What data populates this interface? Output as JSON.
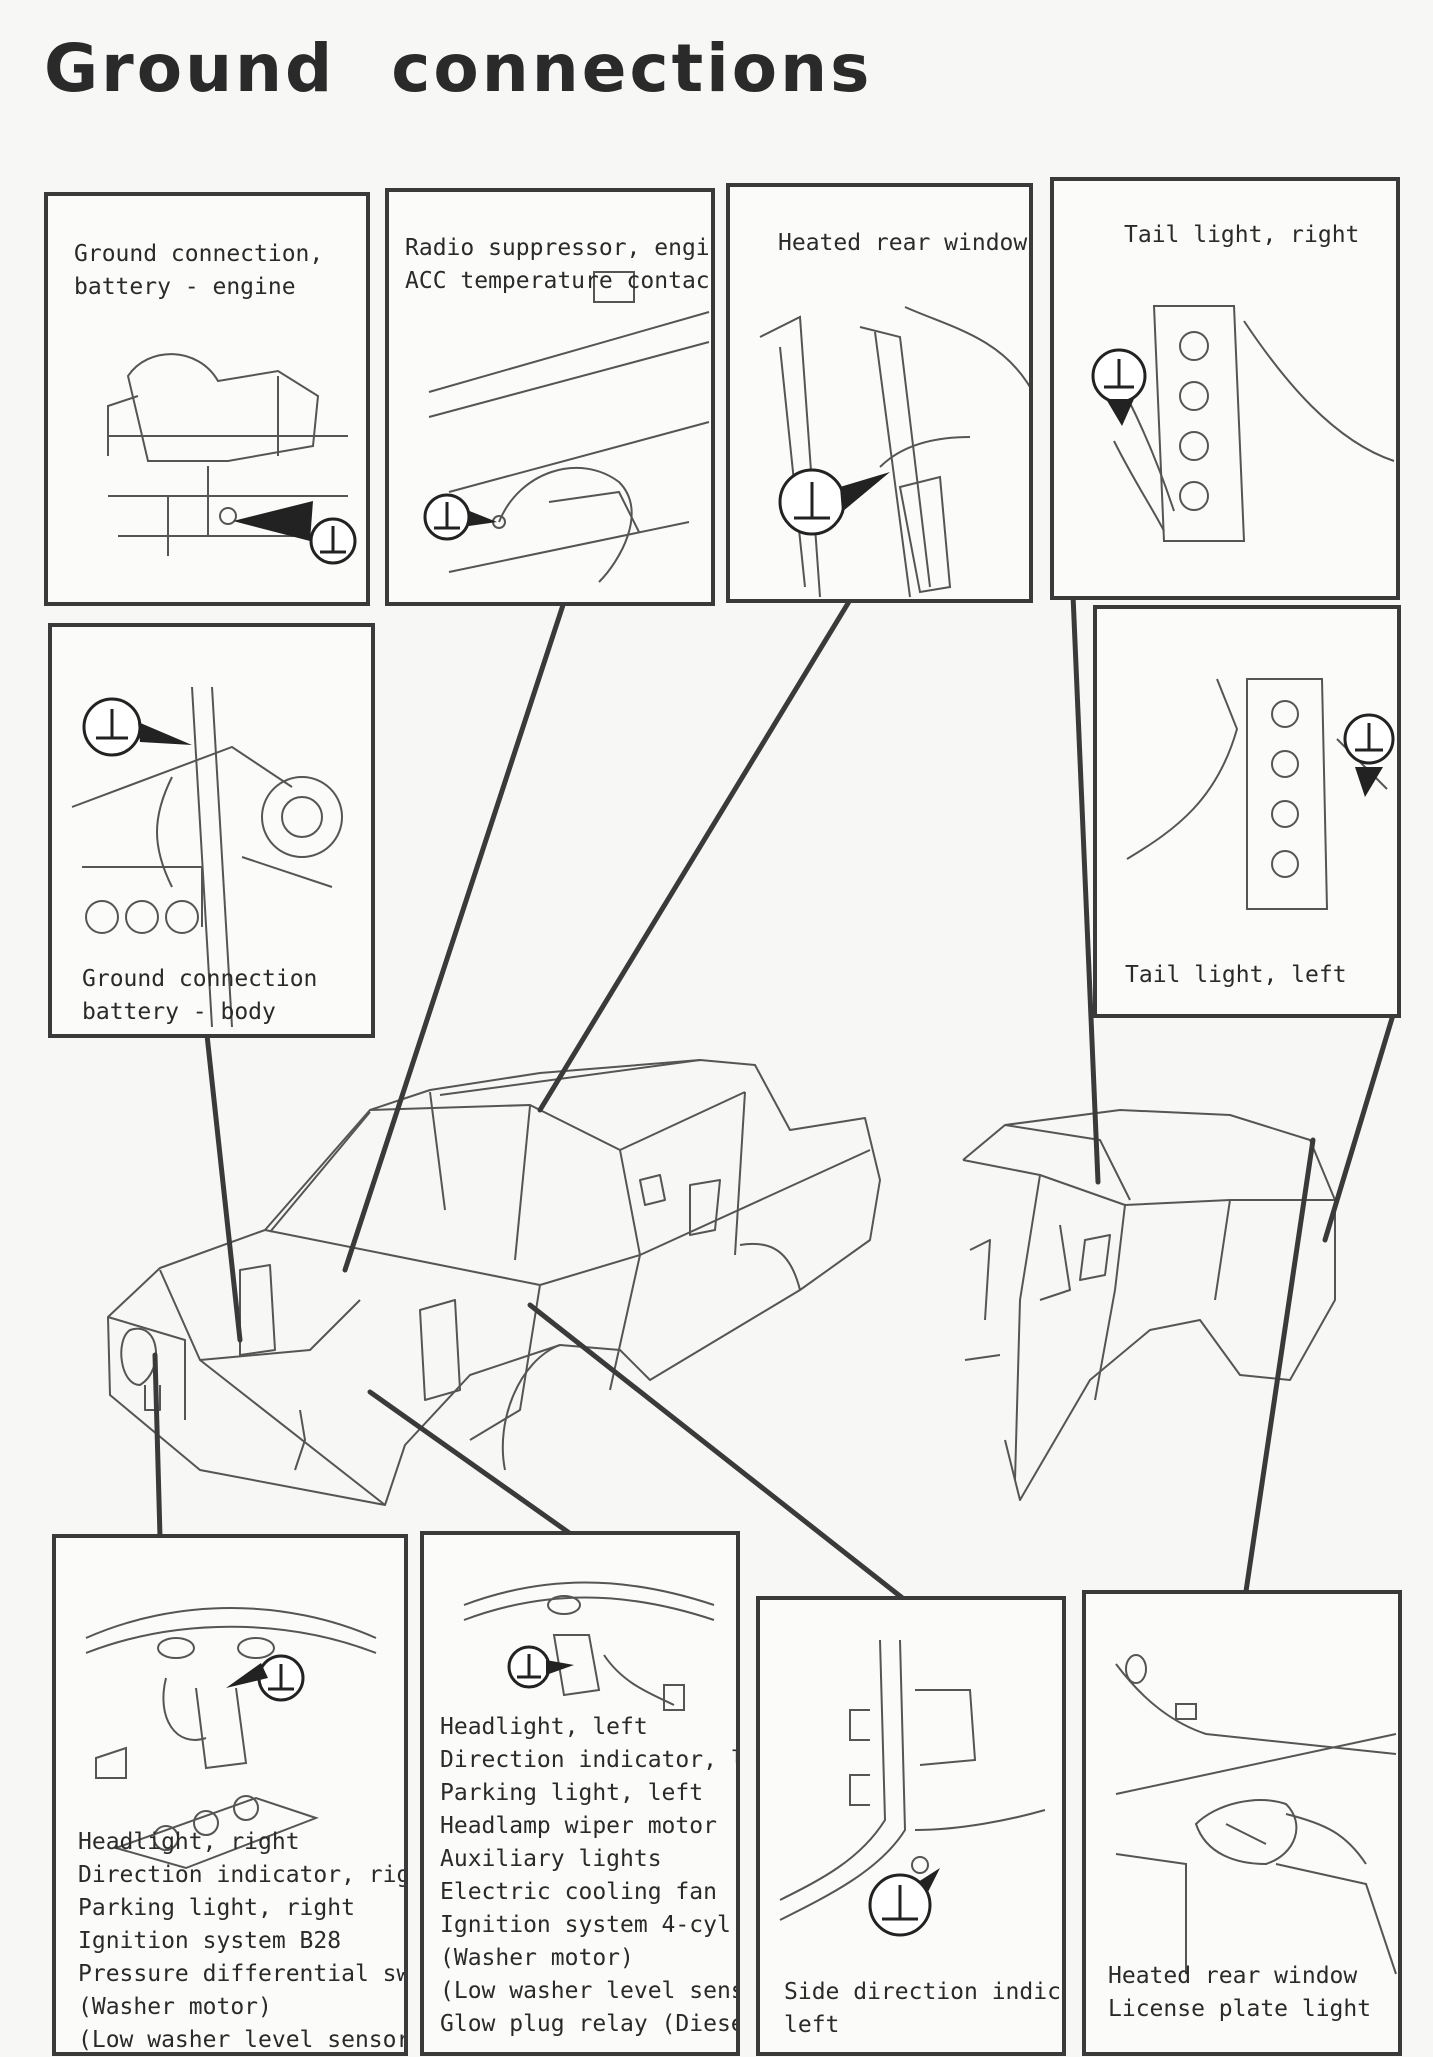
{
  "title": "Ground connections",
  "panels": [
    {
      "id": "battery-engine",
      "lines": [
        "Ground connection,",
        "battery - engine"
      ]
    },
    {
      "id": "radio-suppressor",
      "lines": [
        "Radio suppressor, engine",
        "ACC temperature contact"
      ]
    },
    {
      "id": "heated-rear-window-top",
      "lines": [
        "Heated rear window"
      ]
    },
    {
      "id": "tail-light-right",
      "lines": [
        "Tail light, right"
      ]
    },
    {
      "id": "battery-body",
      "lines": [
        "Ground connection",
        "battery - body"
      ]
    },
    {
      "id": "tail-light-left",
      "lines": [
        "Tail light, left"
      ]
    },
    {
      "id": "headlight-right",
      "lines": [
        "Headlight, right",
        "Direction indicator, right",
        "Parking light, right",
        "Ignition system B28",
        "Pressure differential switch",
        "(Washer motor)",
        "(Low washer level sensor)"
      ]
    },
    {
      "id": "headlight-left",
      "lines": [
        "Headlight, left",
        "Direction indicator, left",
        "Parking light, left",
        "Headlamp wiper motor",
        "Auxiliary lights",
        "Electric cooling fan",
        "Ignition system 4-cyl",
        "(Washer motor)",
        "(Low washer level sensor)",
        "Glow plug relay (Diesel)"
      ]
    },
    {
      "id": "side-direction-indicator",
      "lines": [
        "Side direction indicator,",
        "left"
      ]
    },
    {
      "id": "heated-rear-window-license",
      "lines": [
        "Heated rear window",
        "License plate light"
      ]
    }
  ],
  "ground_symbol": "ground-symbol-icon",
  "colors": {
    "line": "#3a3a3a",
    "sketch": "#555555",
    "background": "#f7f7f5"
  }
}
